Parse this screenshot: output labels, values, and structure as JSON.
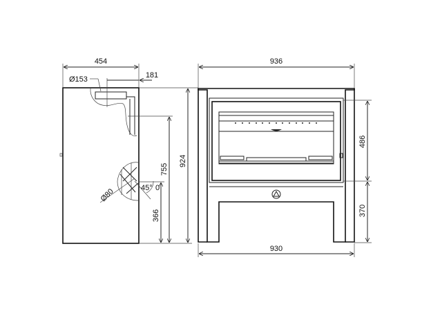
{
  "side_view": {
    "width_label": "454",
    "offset_label": "181",
    "flue_diameter_label": "Ø153",
    "air_inlet_diameter_label": "Ø80",
    "angle_label": "45°",
    "angle_zero_label": "0",
    "height_inlet_label": "755",
    "height_total_label": "924",
    "height_lower_label": "366"
  },
  "front_view": {
    "top_width_label": "936",
    "bottom_width_label": "930",
    "door_height_label": "486",
    "base_height_label": "370"
  },
  "colors": {
    "line": "#222222",
    "background": "#ffffff"
  }
}
